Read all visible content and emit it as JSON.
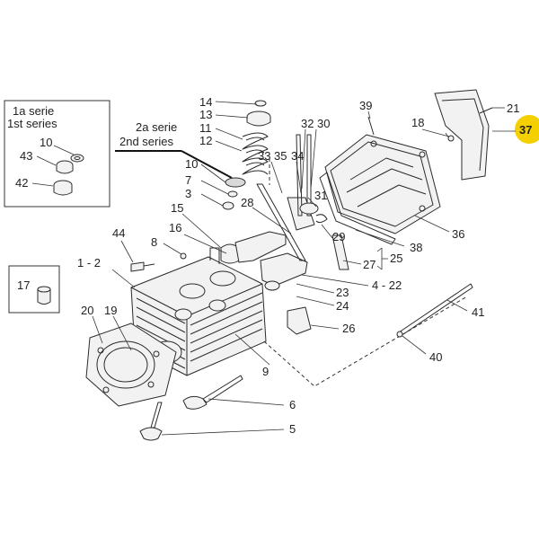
{
  "diagram": {
    "series_box": {
      "line1": "1a serie",
      "line2": "1st series"
    },
    "series2": {
      "line1": "2a serie",
      "line2": "2nd series"
    },
    "highlight_color": "#f5d000",
    "labels": {
      "p14": "14",
      "p13": "13",
      "p11": "11",
      "p12": "12",
      "p10a": "10",
      "p43": "43",
      "p42": "42",
      "p10b": "10",
      "p7": "7",
      "p3": "3",
      "p15": "15",
      "p16": "16",
      "p44": "44",
      "p8": "8",
      "p1_2": "1 - 2",
      "p17": "17",
      "p20": "20",
      "p19": "19",
      "p9": "9",
      "p6": "6",
      "p5": "5",
      "p39": "39",
      "p32": "32",
      "p30": "30",
      "p33": "33",
      "p35": "35",
      "p34": "34",
      "p28": "28",
      "p31": "31",
      "p29": "29",
      "p27": "27",
      "p25": "25",
      "p23": "23",
      "p4_22": "4 - 22",
      "p24": "24",
      "p26": "26",
      "p18": "18",
      "p21": "21",
      "p37": "37",
      "p36": "36",
      "p38": "38",
      "p41": "41",
      "p40": "40"
    }
  }
}
